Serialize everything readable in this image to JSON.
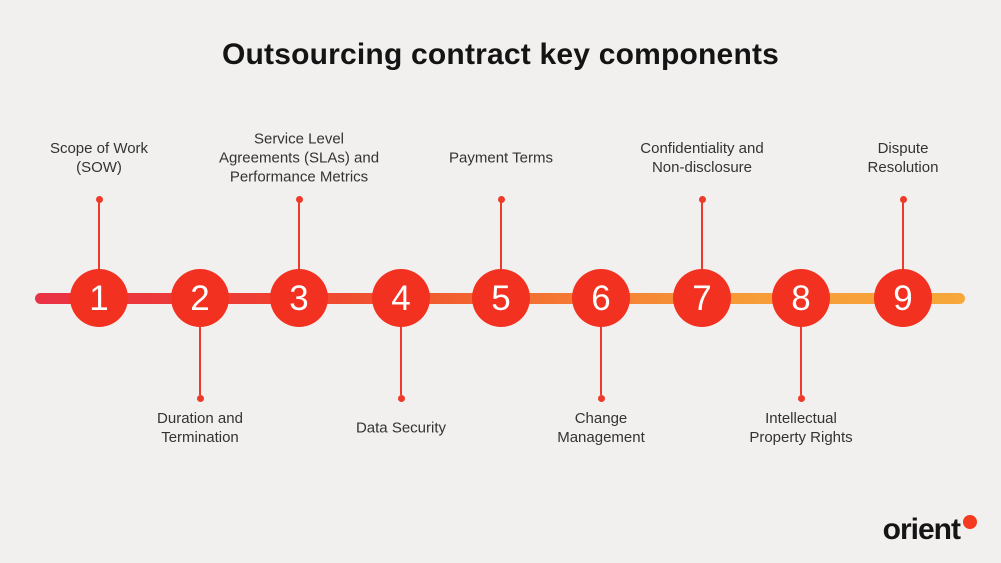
{
  "title": "Outsourcing contract key components",
  "timeline": {
    "items": [
      {
        "number": "1",
        "position": "top",
        "label": "Scope of Work (SOW)",
        "lines": [
          "Scope of Work",
          "(SOW)"
        ]
      },
      {
        "number": "2",
        "position": "bottom",
        "label": "Duration and Termination",
        "lines": [
          "Duration and",
          "Termination"
        ]
      },
      {
        "number": "3",
        "position": "top",
        "label": "Service Level Agreements (SLAs) and Performance Metrics",
        "lines": [
          "Service Level",
          "Agreements (SLAs) and",
          "Performance Metrics"
        ]
      },
      {
        "number": "4",
        "position": "bottom",
        "label": "Data Security",
        "lines": [
          "Data Security"
        ]
      },
      {
        "number": "5",
        "position": "top",
        "label": "Payment Terms",
        "lines": [
          "Payment Terms"
        ]
      },
      {
        "number": "6",
        "position": "bottom",
        "label": "Change Management",
        "lines": [
          "Change",
          "Management"
        ]
      },
      {
        "number": "7",
        "position": "top",
        "label": "Confidentiality and Non-disclosure",
        "lines": [
          "Confidentiality and",
          "Non-disclosure"
        ]
      },
      {
        "number": "8",
        "position": "bottom",
        "label": "Intellectual Property Rights",
        "lines": [
          "Intellectual",
          "Property Rights"
        ]
      },
      {
        "number": "9",
        "position": "top",
        "label": "Dispute Resolution",
        "lines": [
          "Dispute",
          "Resolution"
        ]
      }
    ]
  },
  "brand": {
    "wordmark": "orient"
  },
  "colors": {
    "background": "#f1f0ee",
    "title_text": "#141414",
    "label_text": "#333333",
    "circle_fill": "#f23120",
    "number_text": "#ffffff",
    "connector": "#ee3a2b",
    "line_gradient_start": "#e93245",
    "line_gradient_end": "#f7a83a",
    "brand_dot": "#f43a1f"
  }
}
